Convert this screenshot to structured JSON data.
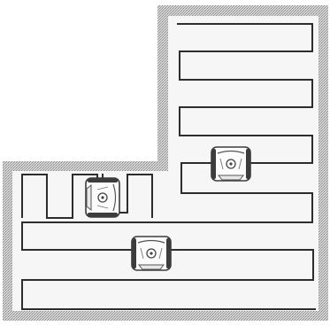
{
  "colors": {
    "background": "#ffffff",
    "border_texture_dark": "#8a8a8a",
    "border_texture_light": "#d2d2d2",
    "interior": "#f6f6f6",
    "mow_path": "#2d2d2d",
    "robot_body": "#fbfbfb",
    "robot_outline": "#3c3c3c"
  },
  "icons": {
    "robot_mower": "robot-mower-icon"
  },
  "mowers": [
    {
      "name": "robot-mower-top-right"
    },
    {
      "name": "robot-mower-left"
    },
    {
      "name": "robot-mower-bottom"
    }
  ]
}
